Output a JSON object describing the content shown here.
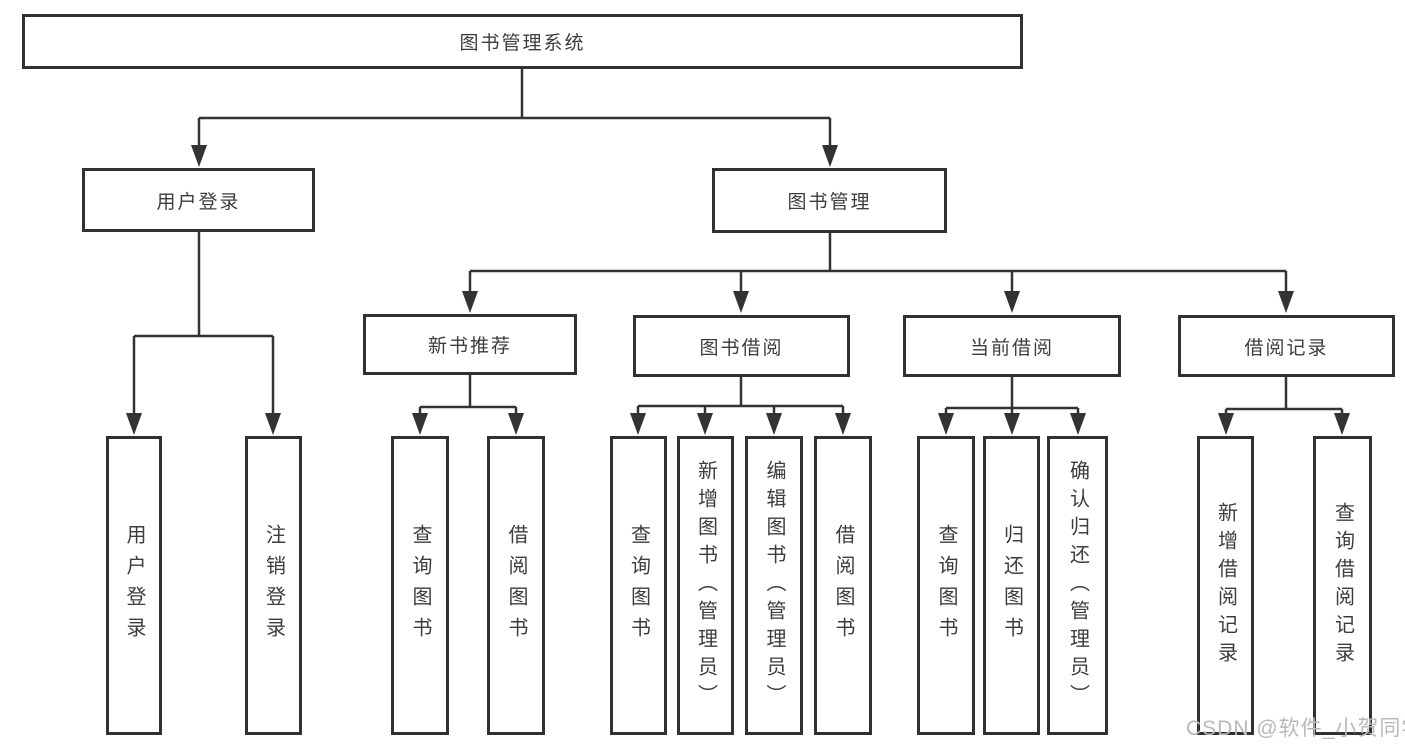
{
  "tree": {
    "root": {
      "label": "图书管理系统"
    },
    "branches": [
      {
        "label": "用户登录",
        "children": [
          {
            "label": "用户登录"
          },
          {
            "label": "注销登录"
          }
        ]
      },
      {
        "label": "图书管理",
        "sections": [
          {
            "label": "新书推荐",
            "children": [
              {
                "label": "查询图书"
              },
              {
                "label": "借阅图书"
              }
            ]
          },
          {
            "label": "图书借阅",
            "children": [
              {
                "label": "查询图书"
              },
              {
                "label": "新增图书（管理员）"
              },
              {
                "label": "编辑图书（管理员）"
              },
              {
                "label": "借阅图书"
              }
            ]
          },
          {
            "label": "当前借阅",
            "children": [
              {
                "label": "查询图书"
              },
              {
                "label": "归还图书"
              },
              {
                "label": "确认归还（管理员）"
              }
            ]
          },
          {
            "label": "借阅记录",
            "children": [
              {
                "label": "新增借阅记录"
              },
              {
                "label": "查询借阅记录"
              }
            ]
          }
        ]
      }
    ]
  },
  "watermark": {
    "text": "CSDN @软件_小贺同学"
  },
  "colors": {
    "line": "#333333",
    "box_border": "#313131",
    "text": "#3d3d3d",
    "watermark": "#b9b9b9",
    "background": "#ffffff"
  }
}
